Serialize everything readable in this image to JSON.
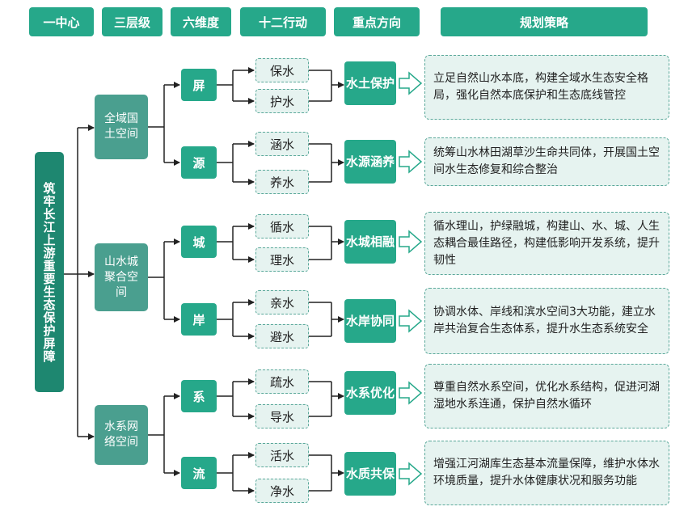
{
  "headers": [
    "一中心",
    "三层级",
    "六维度",
    "十二行动",
    "重点方向",
    "规划策略"
  ],
  "root": "筑牢长江上游重要生态保护屏障",
  "levels": [
    {
      "label": "全域国土空间",
      "dims": [
        {
          "label": "屏",
          "actions": [
            "保水",
            "护水"
          ],
          "direction": "水土保护",
          "strategy": "立足自然山水本底，构建全域水生态安全格局，强化自然本底保护和生态底线管控"
        },
        {
          "label": "源",
          "actions": [
            "涵水",
            "养水"
          ],
          "direction": "水源涵养",
          "strategy": "统筹山水林田湖草沙生命共同体，开展国土空间水生态修复和综合整治"
        }
      ]
    },
    {
      "label": "山水城聚合空间",
      "dims": [
        {
          "label": "城",
          "actions": [
            "循水",
            "理水"
          ],
          "direction": "水城相融",
          "strategy": "循水理山，护绿融城，构建山、水、城、人生态耦合最佳路径，构建低影响开发系统，提升韧性"
        },
        {
          "label": "岸",
          "actions": [
            "亲水",
            "避水"
          ],
          "direction": "水岸协同",
          "strategy": "协调水体、岸线和滨水空间3大功能，建立水岸共治复合生态体系，提升水生态系统安全"
        }
      ]
    },
    {
      "label": "水系网络空间",
      "dims": [
        {
          "label": "系",
          "actions": [
            "疏水",
            "导水"
          ],
          "direction": "水系优化",
          "strategy": "尊重自然水系空间，优化水系结构，促进河湖湿地水系连通，保护自然水循环"
        },
        {
          "label": "流",
          "actions": [
            "活水",
            "净水"
          ],
          "direction": "水质共保",
          "strategy": "增强江河湖库生态基本流量保障，维护水体水环境质量，提升水体健康状况和服务功能"
        }
      ]
    }
  ],
  "colors": {
    "primary": "#26a88a",
    "dark": "#1e8770",
    "mid": "#4a9f8f",
    "light": "#e6f3f0",
    "line": "#222222"
  }
}
